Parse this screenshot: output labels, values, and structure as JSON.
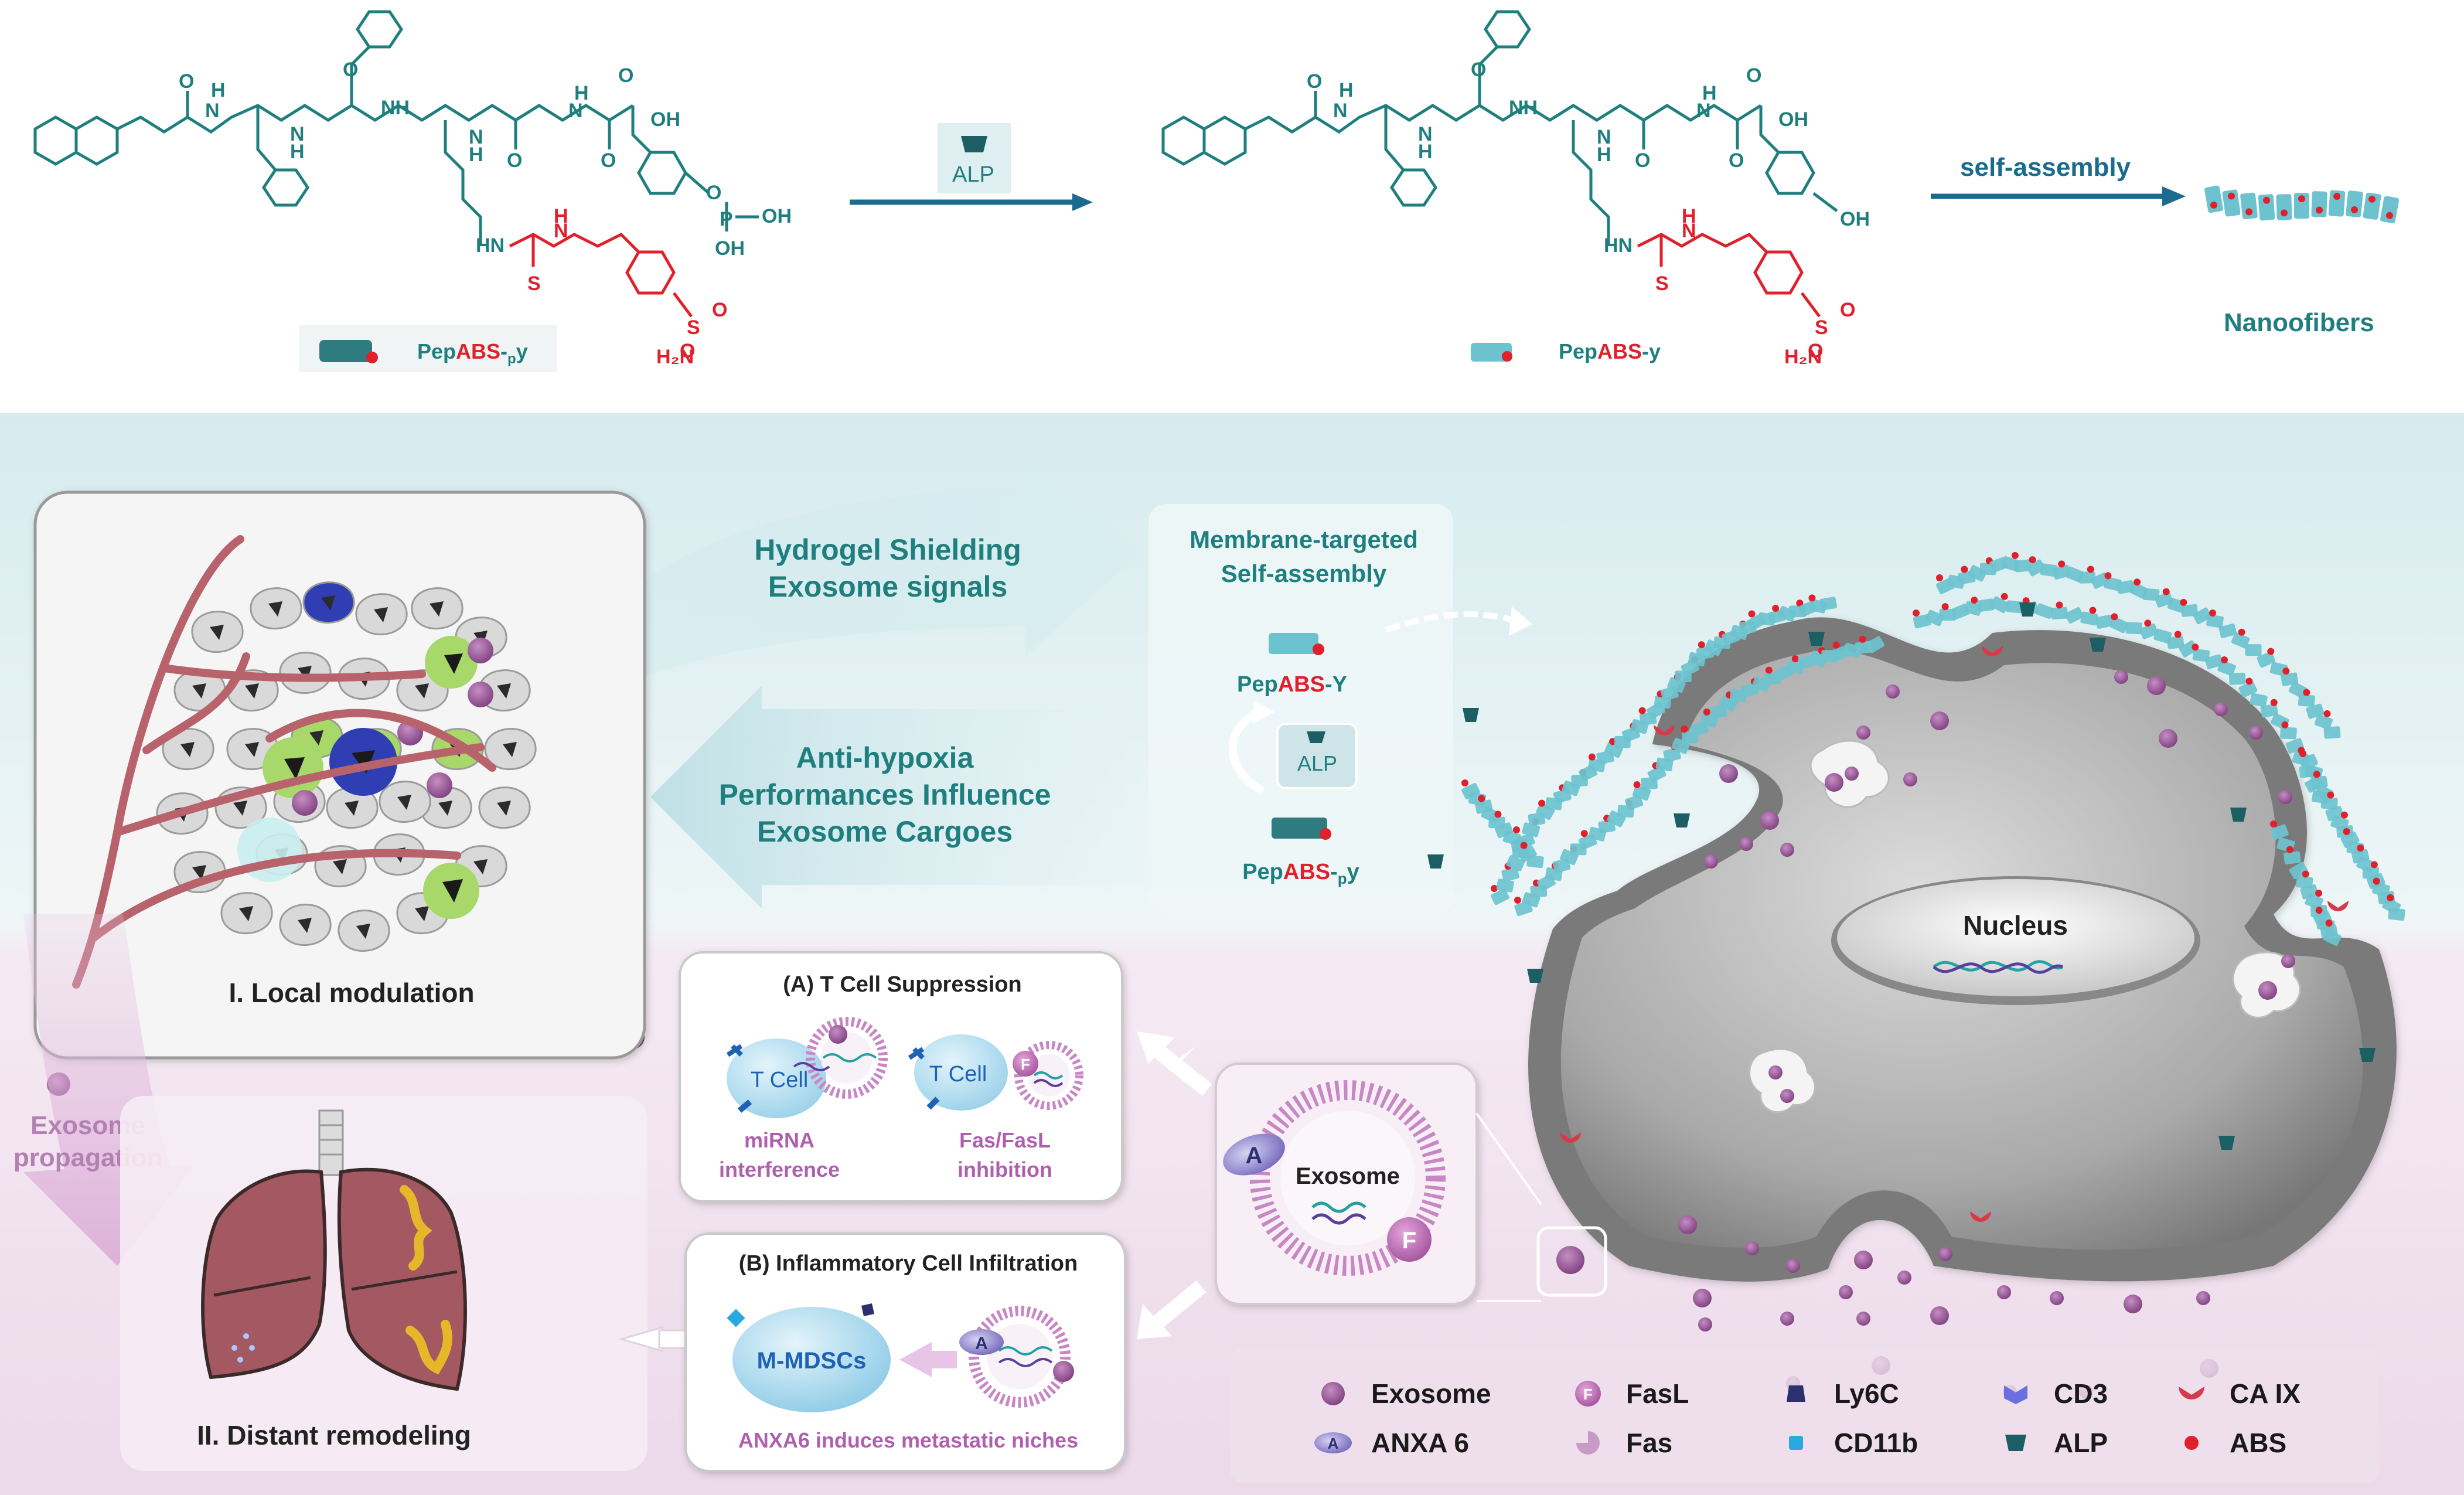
{
  "top": {
    "enzyme_label": "ALP",
    "assembly_label": "self-assembly",
    "substrate_prefix": "Pep",
    "substrate_abs": "ABS",
    "substrate_dash": "-",
    "substrate_sub": "p",
    "substrate_y": "y",
    "product_prefix": "Pep",
    "product_abs": "ABS",
    "product_suffix": "-y",
    "nanofibers_label": "Nanoofibers",
    "atoms": {
      "nh": "NH",
      "hn": "HN",
      "n": "N",
      "h": "H",
      "o": "O",
      "oh": "OH",
      "p": "P",
      "s": "S",
      "h2n": "H₂N"
    }
  },
  "middle": {
    "hydrogel_line1": "Hydrogel Shielding",
    "hydrogel_line2": "Exosome signals",
    "antihypoxia_line1": "Anti-hypoxia",
    "antihypoxia_line2": "Performances Influence",
    "antihypoxia_line3": "Exosome Cargoes",
    "membrane_line1": "Membrane-targeted",
    "membrane_line2": "Self-assembly",
    "pep_y_prefix": "Pep",
    "pep_y_abs": "ABS",
    "pep_y_suffix": "-Y",
    "alp": "ALP",
    "pep_py_prefix": "Pep",
    "pep_py_abs": "ABS",
    "pep_py_dash": "-",
    "pep_py_sub": "p",
    "pep_py_y": "y",
    "nucleus": "Nucleus"
  },
  "local_modulation": "I.  Local modulation",
  "exosome_propagation_line1": "Exosome",
  "exosome_propagation_line2": "propagation",
  "distant_remodeling": "II.  Distant remodeling",
  "panel_a": {
    "title": "(A) T Cell Suppression",
    "tcell1": "T Cell",
    "tcell2": "T Cell",
    "caption1_line1": "miRNA",
    "caption1_line2": "interference",
    "caption2_line1": "Fas/FasL",
    "caption2_line2": "inhibition",
    "f_letter": "F"
  },
  "panel_b": {
    "title": "(B) Inflammatory Cell Infiltration",
    "mmdsc": "M-MDSCs",
    "caption": "ANXA6 induces metastatic niches",
    "a_letter": "A"
  },
  "exosome_box": {
    "label": "Exosome",
    "a_letter": "A",
    "f_letter": "F"
  },
  "legend": [
    {
      "label": "Exosome",
      "icon": "exosome-dot-icon"
    },
    {
      "label": "FasL",
      "icon": "fasl-icon",
      "letter": "F"
    },
    {
      "label": "Ly6C",
      "icon": "ly6c-icon"
    },
    {
      "label": "CD3",
      "icon": "cd3-icon"
    },
    {
      "label": "CA IX",
      "icon": "ca-ix-icon"
    },
    {
      "label": "ANXA 6",
      "icon": "anxa6-icon",
      "letter": "A"
    },
    {
      "label": "Fas",
      "icon": "fas-icon"
    },
    {
      "label": "CD11b",
      "icon": "cd11b-icon"
    },
    {
      "label": "ALP",
      "icon": "alp-icon"
    },
    {
      "label": "ABS",
      "icon": "abs-dot-icon"
    }
  ],
  "colors": {
    "teal": "#1f7f7f",
    "red": "#e0202a",
    "arrow_blue": "#1b6b8f",
    "fiber": "#6cc3cf",
    "exosome": "#9b5a9b",
    "pink_bg": "#f1e3ef",
    "cyan_bg": "#d9ecef",
    "lung": "#a45862"
  }
}
